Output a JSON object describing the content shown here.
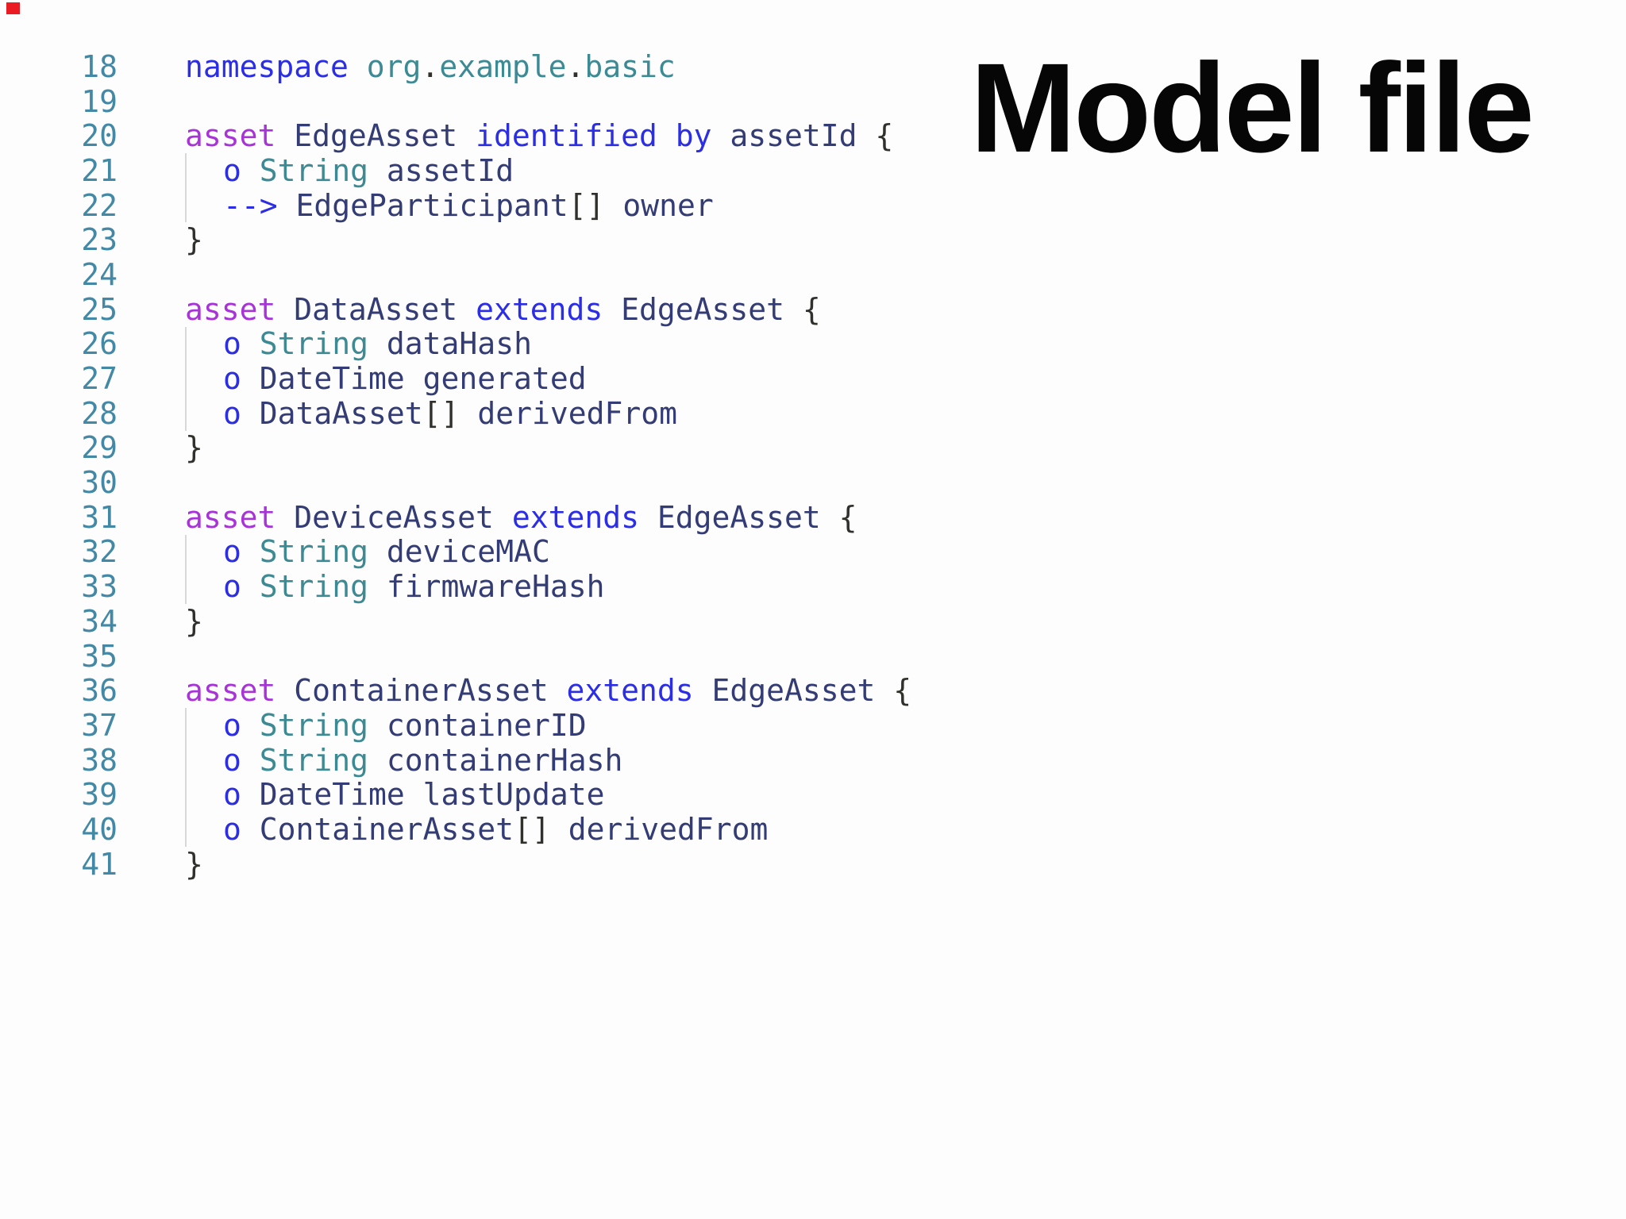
{
  "slide": {
    "title": "Model file"
  },
  "colors": {
    "background": "#fdfdfd",
    "title": "#060606",
    "marker": "#ea1b22",
    "line_number": "#4389a6",
    "keyword": "#2b2ee4",
    "asset_keyword": "#a834d8",
    "type_teal": "#3e8a94",
    "identifier": "#333c74",
    "punctuation": "#30302c",
    "indent_guide": "#d8d8d8"
  },
  "code": {
    "lines": [
      {
        "num": "18",
        "indent": 0,
        "tokens": [
          [
            "kw",
            "namespace "
          ],
          [
            "teal",
            "org"
          ],
          [
            "punct",
            "."
          ],
          [
            "teal",
            "example"
          ],
          [
            "punct",
            "."
          ],
          [
            "teal",
            "basic"
          ]
        ]
      },
      {
        "num": "19",
        "indent": 0,
        "tokens": []
      },
      {
        "num": "20",
        "indent": 0,
        "tokens": [
          [
            "asset",
            "asset "
          ],
          [
            "ident",
            "EdgeAsset "
          ],
          [
            "kw",
            "identified by "
          ],
          [
            "ident",
            "assetId "
          ],
          [
            "punct",
            "{"
          ]
        ]
      },
      {
        "num": "21",
        "indent": 1,
        "tokens": [
          [
            "kw",
            "o "
          ],
          [
            "teal",
            "String "
          ],
          [
            "ident",
            "assetId"
          ]
        ]
      },
      {
        "num": "22",
        "indent": 1,
        "tokens": [
          [
            "kw",
            "--> "
          ],
          [
            "ident",
            "EdgeParticipant"
          ],
          [
            "punct",
            "[] "
          ],
          [
            "ident",
            "owner"
          ]
        ]
      },
      {
        "num": "23",
        "indent": 0,
        "tokens": [
          [
            "punct",
            "}"
          ]
        ]
      },
      {
        "num": "24",
        "indent": 0,
        "tokens": []
      },
      {
        "num": "25",
        "indent": 0,
        "tokens": [
          [
            "asset",
            "asset "
          ],
          [
            "ident",
            "DataAsset "
          ],
          [
            "kw",
            "extends "
          ],
          [
            "ident",
            "EdgeAsset "
          ],
          [
            "punct",
            "{"
          ]
        ]
      },
      {
        "num": "26",
        "indent": 1,
        "tokens": [
          [
            "kw",
            "o "
          ],
          [
            "teal",
            "String "
          ],
          [
            "ident",
            "dataHash"
          ]
        ]
      },
      {
        "num": "27",
        "indent": 1,
        "tokens": [
          [
            "kw",
            "o "
          ],
          [
            "ident",
            "DateTime "
          ],
          [
            "ident",
            "generated"
          ]
        ]
      },
      {
        "num": "28",
        "indent": 1,
        "tokens": [
          [
            "kw",
            "o "
          ],
          [
            "ident",
            "DataAsset"
          ],
          [
            "punct",
            "[] "
          ],
          [
            "ident",
            "derivedFrom"
          ]
        ]
      },
      {
        "num": "29",
        "indent": 0,
        "tokens": [
          [
            "punct",
            "}"
          ]
        ]
      },
      {
        "num": "30",
        "indent": 0,
        "tokens": []
      },
      {
        "num": "31",
        "indent": 0,
        "tokens": [
          [
            "asset",
            "asset "
          ],
          [
            "ident",
            "DeviceAsset "
          ],
          [
            "kw",
            "extends "
          ],
          [
            "ident",
            "EdgeAsset "
          ],
          [
            "punct",
            "{"
          ]
        ]
      },
      {
        "num": "32",
        "indent": 1,
        "tokens": [
          [
            "kw",
            "o "
          ],
          [
            "teal",
            "String "
          ],
          [
            "ident",
            "deviceMAC"
          ]
        ]
      },
      {
        "num": "33",
        "indent": 1,
        "tokens": [
          [
            "kw",
            "o "
          ],
          [
            "teal",
            "String "
          ],
          [
            "ident",
            "firmwareHash"
          ]
        ]
      },
      {
        "num": "34",
        "indent": 0,
        "tokens": [
          [
            "punct",
            "}"
          ]
        ]
      },
      {
        "num": "35",
        "indent": 0,
        "tokens": []
      },
      {
        "num": "36",
        "indent": 0,
        "tokens": [
          [
            "asset",
            "asset "
          ],
          [
            "ident",
            "ContainerAsset "
          ],
          [
            "kw",
            "extends "
          ],
          [
            "ident",
            "EdgeAsset "
          ],
          [
            "punct",
            "{"
          ]
        ]
      },
      {
        "num": "37",
        "indent": 1,
        "tokens": [
          [
            "kw",
            "o "
          ],
          [
            "teal",
            "String "
          ],
          [
            "ident",
            "containerID"
          ]
        ]
      },
      {
        "num": "38",
        "indent": 1,
        "tokens": [
          [
            "kw",
            "o "
          ],
          [
            "teal",
            "String "
          ],
          [
            "ident",
            "containerHash"
          ]
        ]
      },
      {
        "num": "39",
        "indent": 1,
        "tokens": [
          [
            "kw",
            "o "
          ],
          [
            "ident",
            "DateTime "
          ],
          [
            "ident",
            "lastUpdate"
          ]
        ]
      },
      {
        "num": "40",
        "indent": 1,
        "tokens": [
          [
            "kw",
            "o "
          ],
          [
            "ident",
            "ContainerAsset"
          ],
          [
            "punct",
            "[] "
          ],
          [
            "ident",
            "derivedFrom"
          ]
        ]
      },
      {
        "num": "41",
        "indent": 0,
        "tokens": [
          [
            "punct",
            "}"
          ]
        ]
      }
    ]
  }
}
